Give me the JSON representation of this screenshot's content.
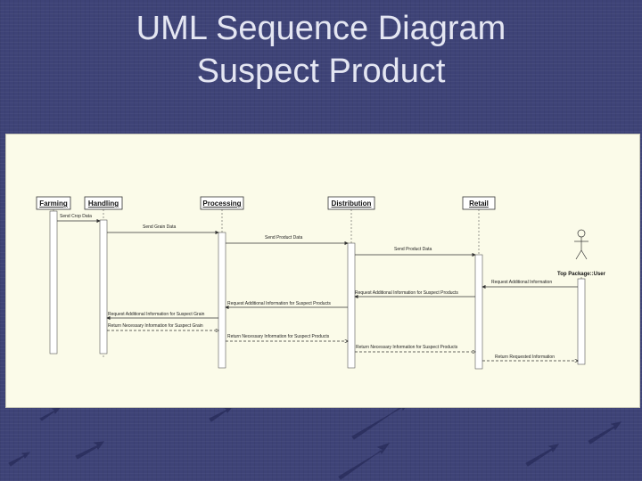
{
  "slide": {
    "title_line1": "UML Sequence Diagram",
    "title_line2": "Suspect Product"
  },
  "diagram": {
    "lifelines": {
      "farming": "Farming",
      "handling": "Handling",
      "processing": "Processing",
      "distribution": "Distribution",
      "retail": "Retail"
    },
    "actor": "Top Package::User",
    "messages": {
      "m1": "Send Crop Data",
      "m2": "Send Grain Data",
      "m3": "Send Product Data",
      "m4": "Send Product Data",
      "m5": "Request Additional Information",
      "m6": "Request Additional Information for Suspect Products",
      "m7": "Request Additional Information for Suspect Products",
      "m8": "Request Additional Information for Suspect Grain",
      "m9": "Return Necessary Information for Suspect Grain",
      "m10": "Return Necessary Information for Suspect Products",
      "m11": "Return Necessary Information for Suspect Products",
      "m12": "Return Requested Information"
    }
  },
  "colors": {
    "background": "#3e4377",
    "panel": "#fbfbe9",
    "title": "#e4e6f2"
  }
}
